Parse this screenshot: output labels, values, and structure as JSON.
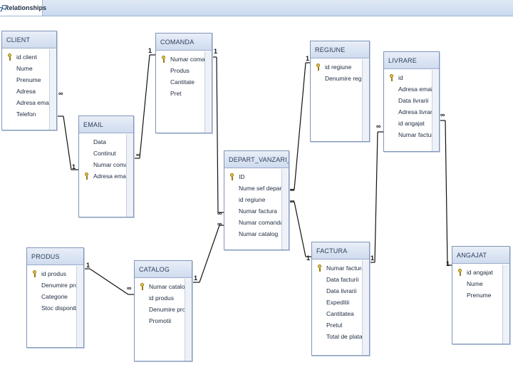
{
  "tab": {
    "label": "Relationships",
    "icon": "relationships-icon"
  },
  "tables": {
    "client": {
      "title": "CLIENT",
      "fields": [
        "id client",
        "Nume",
        "Prenume",
        "Adresa",
        "Adresa email",
        "Telefon"
      ],
      "pk": 0
    },
    "comanda": {
      "title": "COMANDA",
      "fields": [
        "Numar comanda",
        "Produs",
        "Cantitate",
        "Pret"
      ],
      "pk": 0
    },
    "email": {
      "title": "EMAIL",
      "fields": [
        "Data",
        "Continut",
        "Numar comanda",
        "Adresa email"
      ],
      "pk": 3
    },
    "depart": {
      "title": "DEPART_VANZARI_ONLINE",
      "fields": [
        "ID",
        "Nume sef departament",
        "id regiune",
        "Numar factura",
        "Numar comanda",
        "Numar catalog"
      ],
      "pk": 0
    },
    "regiune": {
      "title": "REGIUNE",
      "fields": [
        "id regiune",
        "Denumire regiune"
      ],
      "pk": 0
    },
    "livrare": {
      "title": "LIVRARE",
      "fields": [
        "id",
        "Adresa email",
        "Data livrarii",
        "Adresa livrare",
        "id angajat",
        "Numar factura"
      ],
      "pk": 0
    },
    "produs": {
      "title": "PRODUS",
      "fields": [
        "id produs",
        "Denumire produs",
        "Categorie",
        "Stoc disponibil"
      ],
      "pk": 0
    },
    "catalog": {
      "title": "CATALOG",
      "fields": [
        "Numar catalog",
        "id produs",
        "Denumire produs",
        "Promotii"
      ],
      "pk": 0
    },
    "factura": {
      "title": "FACTURA",
      "fields": [
        "Numar factura",
        "Data facturii",
        "Data livrarii",
        "Expeditii",
        "Cantitatea",
        "Pretul",
        "Total de plata"
      ],
      "pk": 0
    },
    "angajat": {
      "title": "ANGAJAT",
      "fields": [
        "id angajat",
        "Nume",
        "Prenume"
      ],
      "pk": 0
    }
  },
  "cardinality": {
    "one": "1",
    "many": "∞"
  }
}
